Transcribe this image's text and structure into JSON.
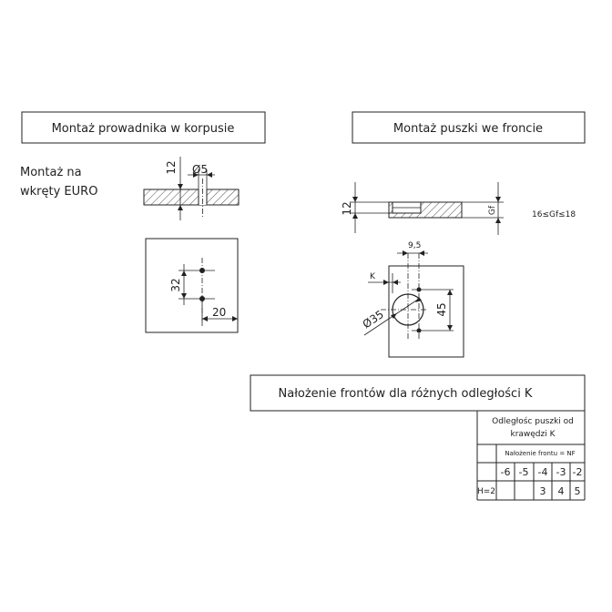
{
  "titles": {
    "left": "Montaż prowadnika w korpusie",
    "right": "Montaż puszki we froncie",
    "bottom": "Nałożenie frontów dla różnych odległości K"
  },
  "mount_note": {
    "line1": "Montaż na",
    "line2": "wkręty EURO"
  },
  "left_dims": {
    "thickness": "12",
    "hole": "Ø5",
    "spacing": "32",
    "edge": "20"
  },
  "right_dims": {
    "depth": "12",
    "front_thickness": "Gf",
    "range": "16≤Gf≤18",
    "offset": "9,5",
    "k_label": "K",
    "cup_diameter": "Ø35",
    "hole_spacing": "45"
  },
  "table": {
    "header_line1": "Odległośc puszki od",
    "header_line2": "krawędzi  K",
    "subheader": "Nałożenie frontu = NF",
    "nf_values": [
      "-6",
      "-5",
      "-4",
      "-3",
      "-2"
    ],
    "row_label": "H=2",
    "row_values": [
      "",
      "",
      "3",
      "4",
      "5"
    ]
  }
}
